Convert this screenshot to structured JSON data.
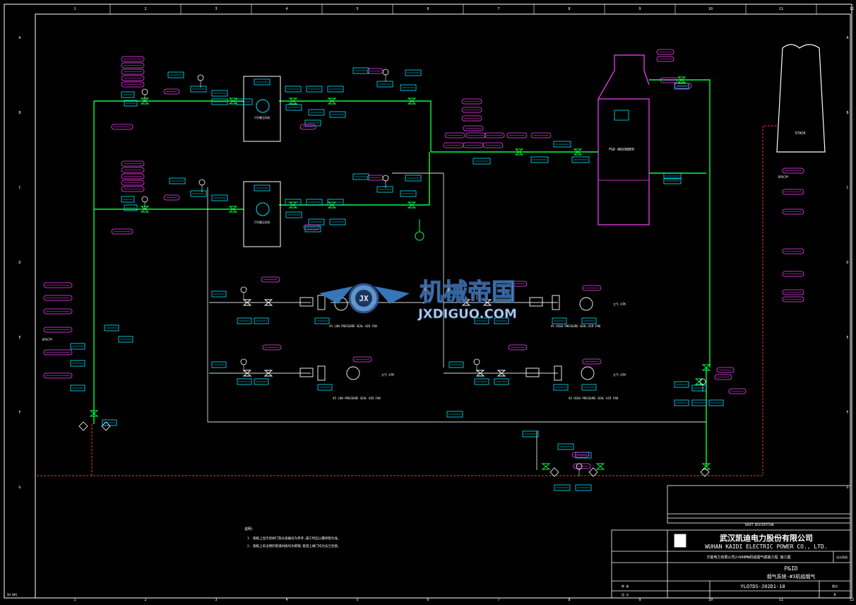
{
  "frame": {
    "column_numbers": [
      "1",
      "2",
      "3",
      "4",
      "5",
      "6",
      "7",
      "8",
      "9",
      "10",
      "11",
      "12"
    ],
    "row_letters": [
      "A",
      "B",
      "C",
      "D",
      "E",
      "F",
      "G"
    ]
  },
  "equipment": {
    "stack": "STACK",
    "fgd": "FGD ABSORBER",
    "fan_a_desc": "1号增压风机",
    "fan_b_desc": "2号增压风机",
    "lp_fan_label": "#1 LOW PRESSURE SEAL AIR FAN",
    "hp_fan_label": "#1 HIGH PRESSURE SEAL AIR FAN",
    "lp_fan2_label": "#2 LOW PRESSURE SEAL AIR FAN",
    "hp_fan2_label": "#2 HIGH PRESSURE SEAL AIR FAN",
    "atm": "大气 ATM",
    "dpscpy": "DPSCPY"
  },
  "watermark": {
    "cn": "机械帝国",
    "en": "JXDIGUO.COM",
    "badge": "JX"
  },
  "legend_title": "SHEET DESCRIPTION",
  "title_block": {
    "company_cn": "武汉凯迪电力股份有限公司",
    "company_en": "WUHAN KAIDI ELECTRIC POWER CO., LTD.",
    "project": "华能电力有限公司2×600MW机组烟气脱硫工程 施工图",
    "stage": "设计阶段",
    "drawing_type": "P&ID",
    "drawing_title": "烟气系统-#3机组烟气",
    "drawing_no": "YLO7DS-J02D1-10",
    "sheet_label": "版次",
    "sheet_value": "A",
    "sign1": "审 核",
    "sign2": "设 计"
  },
  "notes": {
    "title": "说明:",
    "line1": "1. 图纸上显示的阀门及仪表编号为参考,施工时应以最终版为准。",
    "line2": "2. 图纸上未注明的管道材质均为碳钢,管道上阀门均为法兰连接。"
  },
  "corner_code": "SH-8#1",
  "colors": {
    "flue": "#00ff3c",
    "tag": "#ff40ff",
    "tag_cyan": "#00e5ff",
    "white": "#ffffff",
    "red": "#ff3030",
    "frame": "#ffffff"
  }
}
